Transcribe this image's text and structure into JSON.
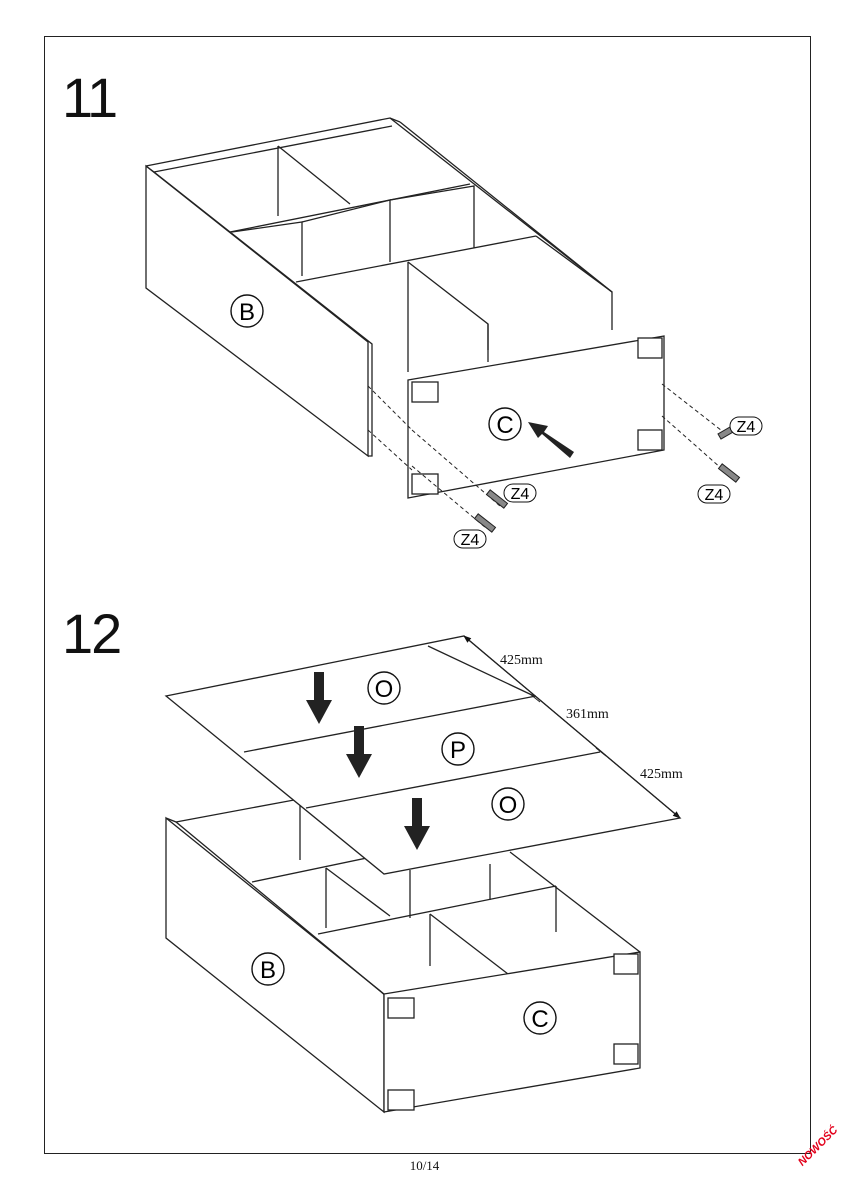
{
  "steps": [
    {
      "number": "11",
      "parts": {
        "side": "B",
        "front": "C"
      },
      "screw_label": "Z4"
    },
    {
      "number": "12",
      "parts": {
        "side": "B",
        "front": "C",
        "top_1": "O",
        "top_2": "P",
        "top_3": "O"
      },
      "dimensions": [
        "425mm",
        "361mm",
        "425mm"
      ]
    }
  ],
  "footer": {
    "page": "10/14",
    "brand": "NOWOŚĆ"
  },
  "colors": {
    "line": "#222222",
    "brand": "#e3001b"
  }
}
